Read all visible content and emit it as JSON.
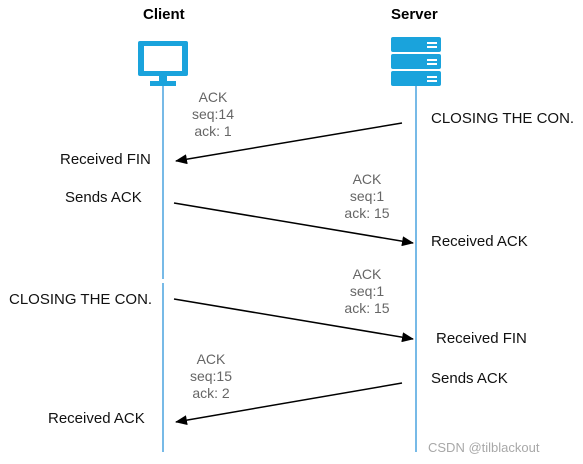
{
  "headers": {
    "client": "Client",
    "server": "Server"
  },
  "messages": [
    {
      "direction": "server-to-client",
      "packet": [
        "ACK",
        "seq:14",
        "ack: 1"
      ],
      "client_label": "Received FIN",
      "server_label": "CLOSING THE CON."
    },
    {
      "direction": "client-to-server",
      "packet": [
        "ACK",
        "seq:1",
        "ack: 15"
      ],
      "client_label": "Sends ACK",
      "server_label": "Received ACK"
    },
    {
      "direction": "client-to-server",
      "packet": [
        "ACK",
        "seq:1",
        "ack: 15"
      ],
      "client_label": "CLOSING THE CON.",
      "server_label": "Received FIN"
    },
    {
      "direction": "server-to-client",
      "packet": [
        "ACK",
        "seq:15",
        "ack: 2"
      ],
      "client_label": "Received ACK",
      "server_label": "Sends ACK"
    }
  ],
  "watermark": "CSDN @tilblackout",
  "colors": {
    "icon": "#1aa3dc",
    "lifeline": "#4aa3df",
    "arrow": "#000000",
    "packet_text": "#666666"
  },
  "icons": {
    "client": "monitor-icon",
    "server": "server-rack-icon"
  }
}
